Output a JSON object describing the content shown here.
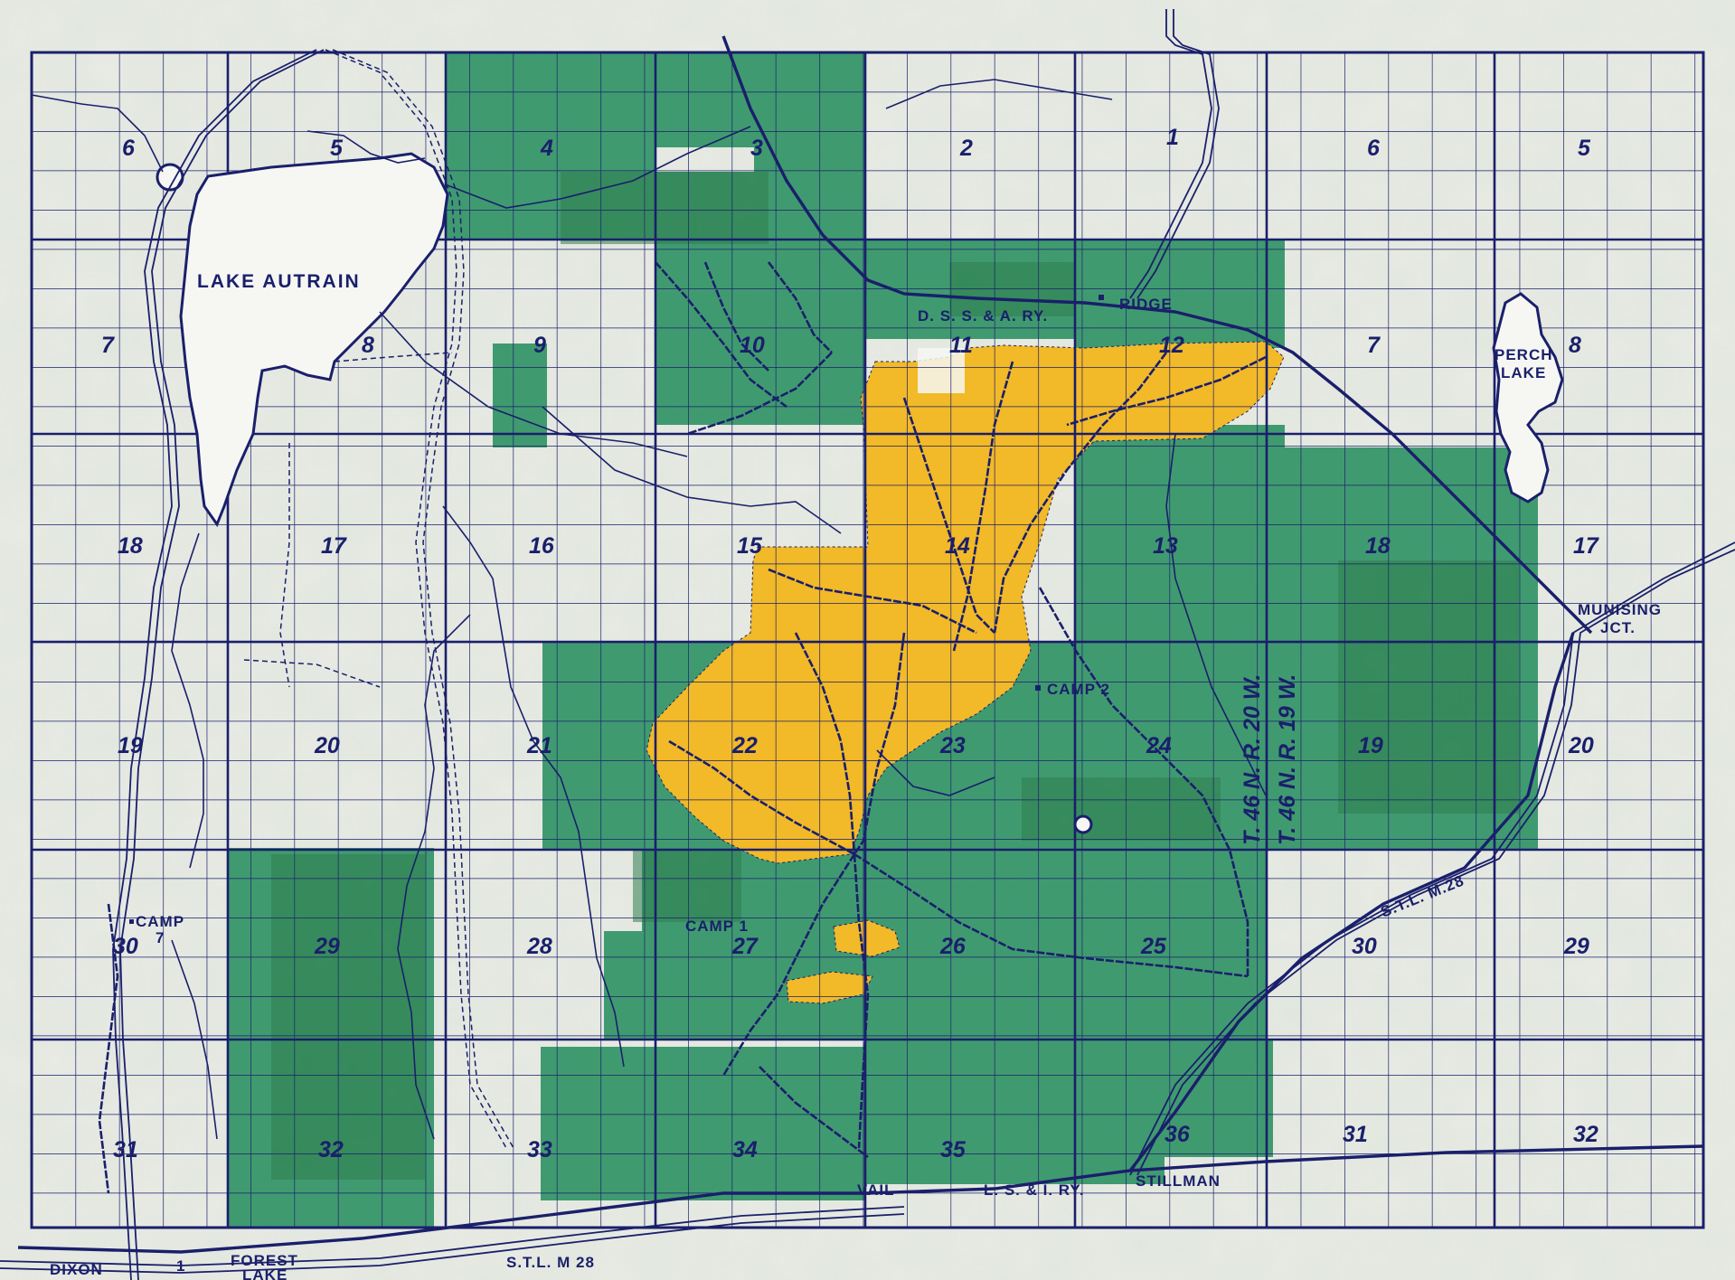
{
  "colors": {
    "paper": "#e9ebe4",
    "ink": "#1a1f6b",
    "green_land": "#3f9a70",
    "green_dark": "#2d7d4c",
    "yellow_land": "#f2b928",
    "lake_fill": "#f6f7f3"
  },
  "lakes": {
    "autrain": "LAKE AUTRAIN",
    "perch_line1": "PERCH",
    "perch_line2": "LAKE"
  },
  "places": {
    "ridge": "RIDGE",
    "munising_line1": "MUNISING",
    "munising_line2": "JCT.",
    "camp2": "CAMP 2",
    "camp1": "CAMP 1",
    "camp7_line1": "CAMP",
    "camp7_line2": "7",
    "vail": "VAIL",
    "stillman": "STILLMAN",
    "dixon": "DIXON",
    "forest_line1": "FOREST",
    "forest_line2": "LAKE"
  },
  "railways": {
    "dssa": "D. S. S. & A. RY.",
    "lsi": "L. S. & I. RY."
  },
  "roads": {
    "m28_south": "S.T.L. M 28",
    "m28_east": "S.T.L. M.28",
    "road_mark": "1"
  },
  "townships": {
    "t46_r20": "T. 46 N.  R. 20 W.",
    "t46_r19": "T. 46 N.  R. 19 W."
  },
  "sections": {
    "s6a": "6",
    "s5a": "5",
    "s4": "4",
    "s3": "3",
    "s2": "2",
    "s1": "1",
    "s6b": "6",
    "s5b": "5",
    "s7a": "7",
    "s8a": "8",
    "s9": "9",
    "s10": "10",
    "s11": "11",
    "s12": "12",
    "s7b": "7",
    "s8b": "8",
    "s18a": "18",
    "s17a": "17",
    "s16": "16",
    "s15": "15",
    "s14": "14",
    "s13": "13",
    "s18b": "18",
    "s17b": "17",
    "s19a": "19",
    "s20a": "20",
    "s21": "21",
    "s22": "22",
    "s23": "23",
    "s24": "24",
    "s19b": "19",
    "s20b": "20",
    "s30a": "30",
    "s29a": "29",
    "s28": "28",
    "s27": "27",
    "s26": "26",
    "s25": "25",
    "s30b": "30",
    "s29b": "29",
    "s31a": "31",
    "s32a": "32",
    "s33": "33",
    "s34": "34",
    "s35": "35",
    "s36": "36",
    "s31b": "31",
    "s32b": "32"
  }
}
